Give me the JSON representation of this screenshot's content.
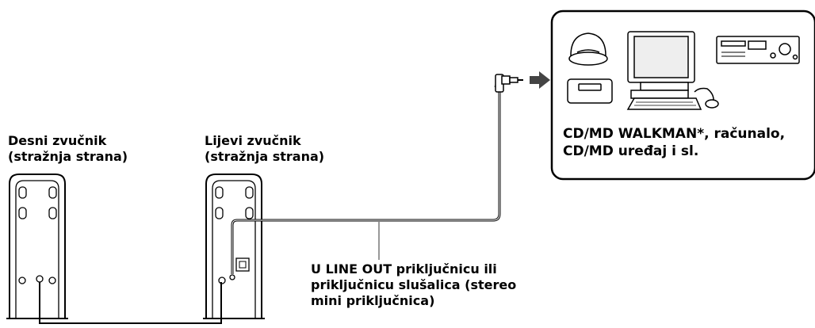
{
  "labels": {
    "right_speaker": "Desni zvučnik\n(stražnja strana)",
    "left_speaker": "Lijevi zvučnik\n(stražnja strana)",
    "jack_note": "U LINE OUT priključnicu ili\npriključnicu slušalica (stereo\nmini priključnica)",
    "devices": "CD/MD WALKMAN*, računalo,\nCD/MD uređaj i sl."
  },
  "colors": {
    "stroke": "#000000",
    "callout_line": "#777777",
    "arrow": "#444444"
  },
  "icons": [
    "cd-walkman-icon",
    "md-walkman-icon",
    "computer-icon",
    "cd-md-deck-icon"
  ]
}
